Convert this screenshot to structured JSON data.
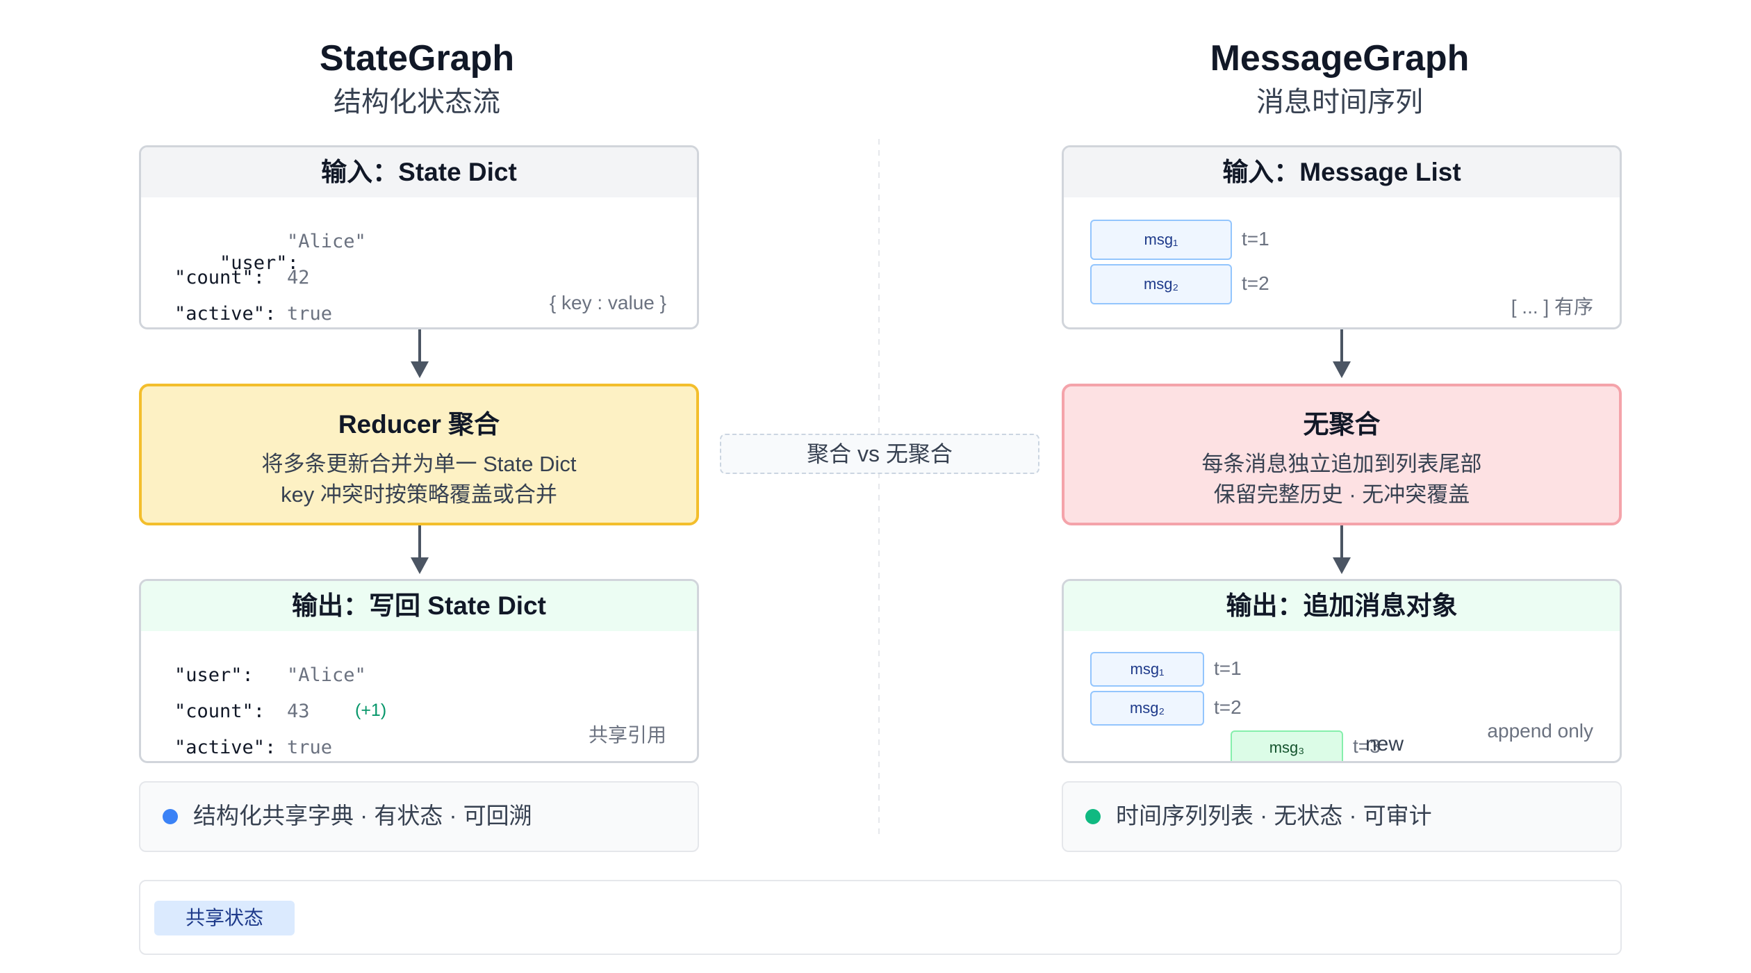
{
  "left": {
    "title": "StateGraph",
    "subtitle": "结构化状态流",
    "input": {
      "header": "输入：State Dict",
      "rows": [
        {
          "key": "\"user\":",
          "value": "\"Alice\""
        },
        {
          "key": "\"count\":",
          "value": "42"
        },
        {
          "key": "\"active\":",
          "value": "true"
        }
      ],
      "hint": "{ key : value }"
    },
    "process": {
      "title": "Reducer 聚合",
      "line1": "将多条更新合并为单一 State Dict",
      "line2": "key 冲突时按策略覆盖或合并"
    },
    "output": {
      "header": "输出：写回 State Dict",
      "rows": [
        {
          "key": "\"user\":",
          "value": "\"Alice\""
        },
        {
          "key": "\"count\":",
          "value": "43",
          "delta": "(+1)"
        },
        {
          "key": "\"active\":",
          "value": "true"
        }
      ],
      "hint": "共享引用"
    },
    "note": "结构化共享字典 · 有状态 · 可回溯"
  },
  "right": {
    "title": "MessageGraph",
    "subtitle": "消息时间序列",
    "input": {
      "header": "输入：Message List",
      "messages": [
        {
          "label": "msg₁",
          "time": "t=1"
        },
        {
          "label": "msg₂",
          "time": "t=2"
        }
      ],
      "hint": "[ ... ] 有序"
    },
    "process": {
      "title": "无聚合",
      "line1": "每条消息独立追加到列表尾部",
      "line2": "保留完整历史 · 无冲突覆盖"
    },
    "output": {
      "header": "输出：追加消息对象",
      "messages": [
        {
          "label": "msg₁",
          "time": "t=1"
        },
        {
          "label": "msg₂",
          "time": "t=2"
        }
      ],
      "new_message": {
        "label": "msg₃",
        "time": "t=3",
        "tag": "new"
      },
      "hint": "append only"
    },
    "note": "时间序列列表 · 无状态 · 可审计"
  },
  "center_label": "聚合 vs 无聚合",
  "legend": {
    "chip": "共享状态"
  },
  "colors": {
    "reducer_fill": "#fdf1c4",
    "reducer_border": "#f3be2c",
    "noagg_fill": "#fde1e3",
    "noagg_border": "#f4a3aa",
    "dot_blue": "#3b82f6",
    "dot_green": "#10b981",
    "arrow": "#4b5563",
    "delta_green": "#059669"
  }
}
